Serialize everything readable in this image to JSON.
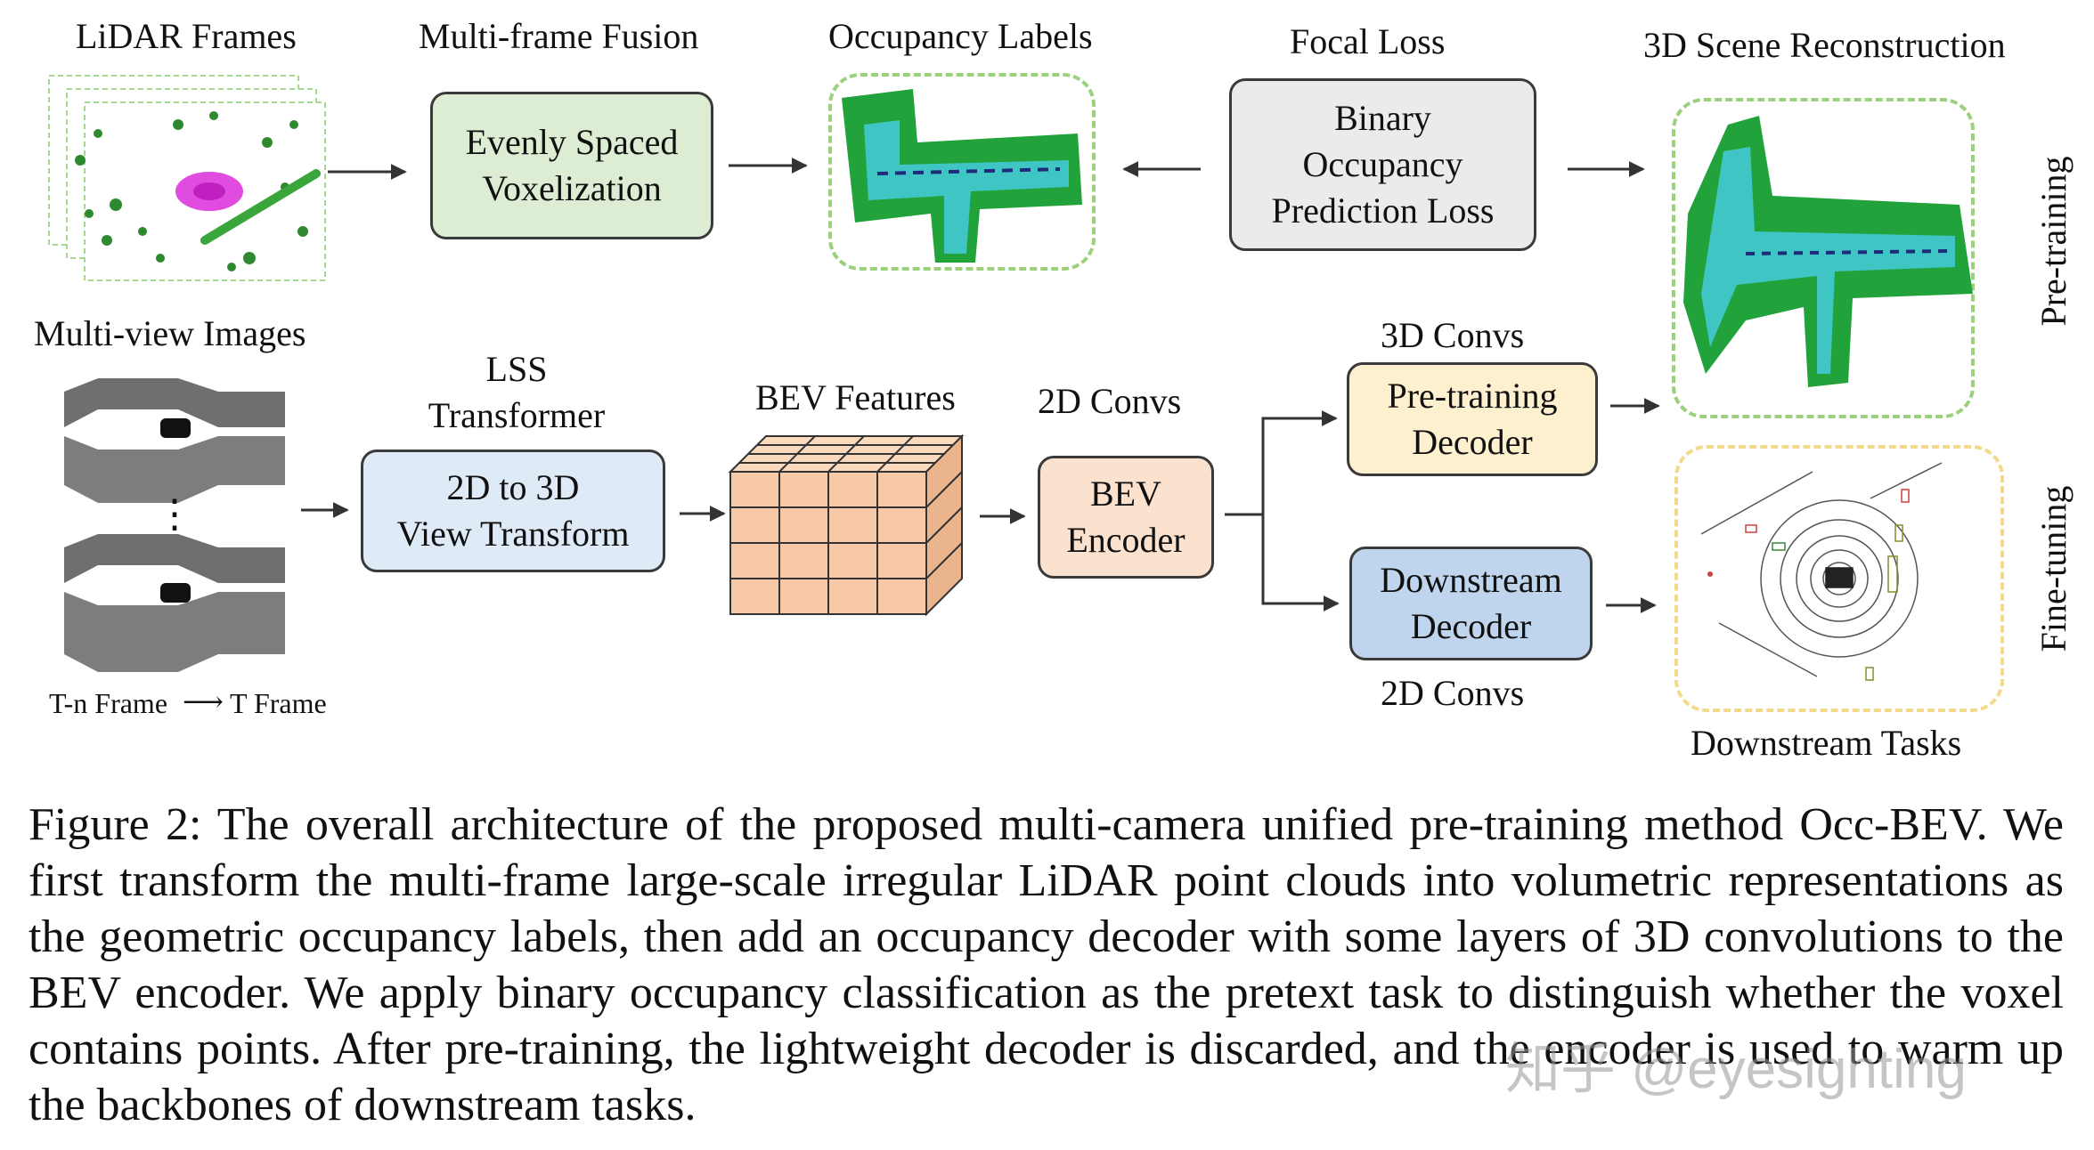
{
  "labels": {
    "lidar_frames": "LiDAR Frames",
    "multi_frame_fusion": "Multi-frame Fusion",
    "occupancy_labels": "Occupancy Labels",
    "focal_loss": "Focal Loss",
    "scene_reconstruction": "3D Scene Reconstruction",
    "multi_view_images": "Multi-view Images",
    "lss_line1": "LSS",
    "lss_line2": "Transformer",
    "bev_features": "BEV Features",
    "convs_2d_top": "2D Convs",
    "convs_3d": "3D Convs",
    "convs_2d_bottom": "2D Convs",
    "downstream_tasks": "Downstream Tasks",
    "pre_training": "Pre-training",
    "fine_tuning": "Fine-tuning",
    "frame_start": "T-n Frame",
    "frame_end": "T Frame",
    "ellipsis": "⋮"
  },
  "boxes": {
    "voxelization": [
      "Evenly Spaced",
      "Voxelization"
    ],
    "loss": [
      "Binary",
      "Occupancy",
      "Prediction Loss"
    ],
    "view_transform": [
      "2D to 3D",
      "View Transform"
    ],
    "bev_encoder": [
      "BEV",
      "Encoder"
    ],
    "pretrain_decoder": [
      "Pre-training",
      "Decoder"
    ],
    "downstream_decoder": [
      "Downstream",
      "Decoder"
    ]
  },
  "caption": "Figure 2: The overall architecture of the proposed multi-camera unified pre-training method Occ-BEV. We first transform the multi-frame large-scale irregular LiDAR point clouds into volumetric representations as the geometric occupancy labels, then add an occupancy decoder with some layers of 3D convolutions to the BEV encoder. We apply binary occupancy classification as the pretext task to distinguish whether the voxel contains points. After pre-training, the lightweight decoder is discarded, and the encoder is used to warm up the backbones of downstream tasks.",
  "watermark": "知乎 @eyesighting",
  "colors": {
    "green_box": "#dcedd4",
    "gray_box": "#ebebeb",
    "blue_box": "#deeaf6",
    "peach_box": "#fbe2cf",
    "yellow_box": "#fdf0cf",
    "dark_blue_box": "#bed5ed",
    "cube_face": "#f7c9a6",
    "occupancy_green": "#22a23a",
    "occupancy_cyan": "#3fc6c4"
  }
}
